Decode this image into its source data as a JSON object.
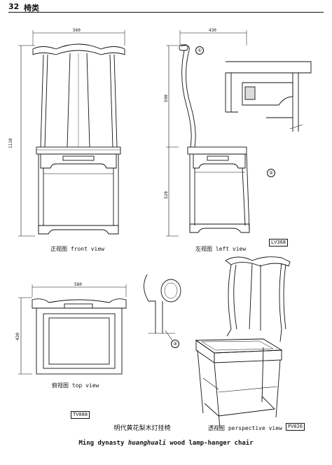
{
  "header": {
    "page_number": "32",
    "section_title": "椅类"
  },
  "views": {
    "front": {
      "label": "正视图  front view",
      "width_dim": "560",
      "height_dim": "1110"
    },
    "left": {
      "label": "左视图  left view",
      "depth_dim": "430",
      "upper_dim": "590",
      "seat_dim": "520",
      "code": "LV368",
      "callout_1": "①",
      "callout_2": "②"
    },
    "top": {
      "label": "俯视图  top view",
      "width_dim": "580",
      "depth_dim": "430",
      "code": "TV088"
    },
    "perspective": {
      "label": "透视图  perspective view",
      "code": "PV026"
    },
    "detail": {
      "callout_3": "③"
    }
  },
  "caption": {
    "chinese": "明代黄花梨木灯挂椅",
    "english_pre": "Ming dynasty ",
    "english_italic": "huanghuali",
    "english_post": " wood lamp-hanger chair"
  }
}
